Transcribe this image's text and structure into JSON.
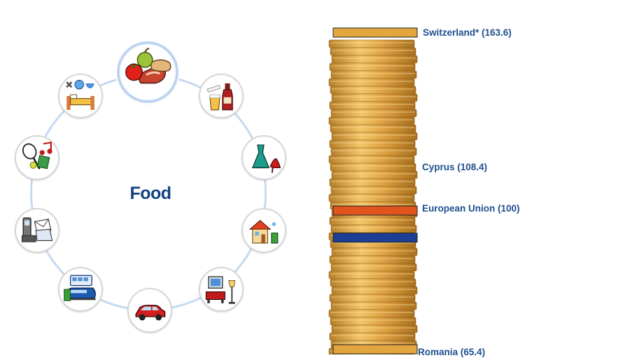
{
  "wheel": {
    "title": "Food",
    "categories": [
      {
        "id": "food",
        "icon": "food-icon",
        "active": true
      },
      {
        "id": "alcohol-tobacco",
        "icon": "alcohol-tobacco-icon"
      },
      {
        "id": "clothing",
        "icon": "clothing-icon"
      },
      {
        "id": "housing",
        "icon": "housing-icon"
      },
      {
        "id": "furnishings",
        "icon": "furnishings-icon"
      },
      {
        "id": "transport-car",
        "icon": "car-icon"
      },
      {
        "id": "transport-public",
        "icon": "bus-train-icon"
      },
      {
        "id": "communication",
        "icon": "communication-icon"
      },
      {
        "id": "recreation",
        "icon": "recreation-icon"
      },
      {
        "id": "restaurants-hotels",
        "icon": "hotel-icon"
      }
    ]
  },
  "stack": {
    "coin_color": "#e0a545",
    "highlights": [
      {
        "id": "switzerland",
        "label": "Switzerland* (163.6)",
        "value": 163.6,
        "color": "#e3a63f"
      },
      {
        "id": "cyprus",
        "label": "Cyprus (108.4)",
        "value": 108.4,
        "color": "#e2541e"
      },
      {
        "id": "eu",
        "label": "European Union (100)",
        "value": 100,
        "color": "#1b3f96"
      },
      {
        "id": "romania",
        "label": "Romania (65.4)",
        "value": 65.4,
        "color": "#e3a63f"
      }
    ]
  }
}
